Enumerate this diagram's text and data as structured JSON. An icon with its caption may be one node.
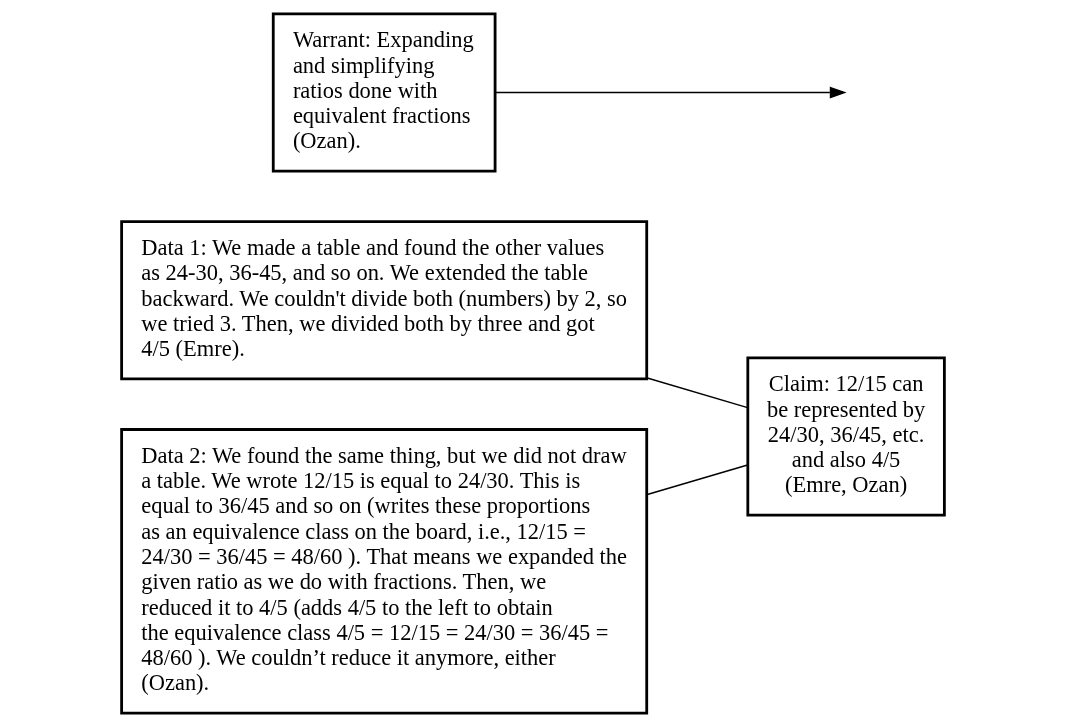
{
  "diagram": {
    "nodes": [
      {
        "text": [
          "Data 1: We made a table and found the other values as 24-30, 36-45, and so on. We extended the table backward. We couldn't divide both (numbers) by 2, so we tried 3. Then, we divided both by three and got 4/5 (Emre)."
        ]
      },
      {
        "text": [
          "Data 2: We found the same thing, but we did not draw a table. We wrote 12/15 is equal to 24/30. This is equal to 36/45 and so on (writes these proportions as an equivalence class on the board, i.e., 12/15 = 24/30 = 36/45 = 48/60 ). That means we expanded the given ratio as we do with fractions. Then, we reduced it to 4/5 (adds 4/5 to the left to obtain the equivalence class 4/5 = 12/15 = 24/30 = 36/45 = 48/60 ). We couldn’t reduce it anymore, either (Ozan)."
        ]
      },
      {
        "text": [
          "Claim: 12/15 can be represented by 24/30, 36/45, etc. and also 4/5 (Emre, Ozan)"
        ]
      },
      {
        "text": [
          "Warrant: Expanding and simplifying ratios done with equivalent fractions (Ozan)."
        ]
      }
    ],
    "edges": [
      {
        "from": 0,
        "to": 2,
        "arrow": "none"
      },
      {
        "from": 1,
        "to": 2,
        "arrow": "none"
      },
      {
        "from": 3,
        "to": null,
        "arrow": "to"
      }
    ]
  }
}
